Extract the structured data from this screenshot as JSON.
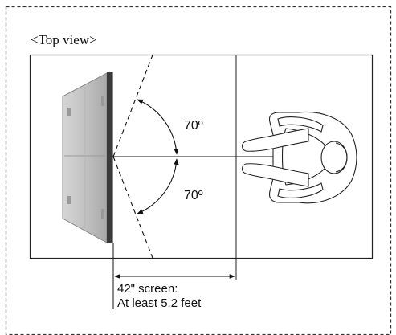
{
  "title": "<Top view>",
  "angle_upper": "70º",
  "angle_lower": "70º",
  "distance_line1": "42\" screen:",
  "distance_line2": "At least 5.2 feet",
  "colors": {
    "border_dashed": "#333333",
    "frame": "#222222",
    "tv_face": "#c4c4c4",
    "tv_edge": "#444444",
    "person_fill": "#ffffff",
    "line": "#111111"
  }
}
